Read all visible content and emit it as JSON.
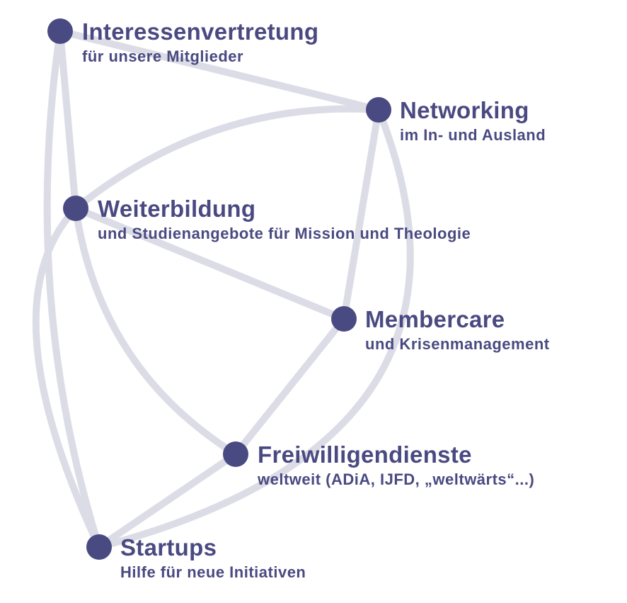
{
  "colors": {
    "node": "#4a4a82",
    "edge": "#dcdce6",
    "text": "#4a4a82"
  },
  "nodes": [
    {
      "id": "interessenvertretung",
      "title": "Interessenvertretung",
      "subtitle": "für unsere Mitglieder"
    },
    {
      "id": "networking",
      "title": "Networking",
      "subtitle": "im In- und Ausland"
    },
    {
      "id": "weiterbildung",
      "title": "Weiterbildung",
      "subtitle": "und Studienangebote für Mission und Theologie"
    },
    {
      "id": "membercare",
      "title": "Membercare",
      "subtitle": "und Krisenmanagement"
    },
    {
      "id": "freiwilligendienste",
      "title": "Freiwilligendienste",
      "subtitle": "weltweit (ADiA, IJFD, „weltwärts“...)"
    },
    {
      "id": "startups",
      "title": "Startups",
      "subtitle": "Hilfe für neue Initiativen"
    }
  ],
  "edges": [
    {
      "from": "interessenvertretung",
      "to": "networking"
    },
    {
      "from": "interessenvertretung",
      "to": "weiterbildung"
    },
    {
      "from": "interessenvertretung",
      "to": "startups"
    },
    {
      "from": "networking",
      "to": "weiterbildung"
    },
    {
      "from": "networking",
      "to": "membercare"
    },
    {
      "from": "networking",
      "to": "startups"
    },
    {
      "from": "weiterbildung",
      "to": "membercare"
    },
    {
      "from": "weiterbildung",
      "to": "freiwilligendienste"
    },
    {
      "from": "weiterbildung",
      "to": "startups"
    },
    {
      "from": "membercare",
      "to": "freiwilligendienste"
    },
    {
      "from": "freiwilligendienste",
      "to": "startups"
    }
  ]
}
